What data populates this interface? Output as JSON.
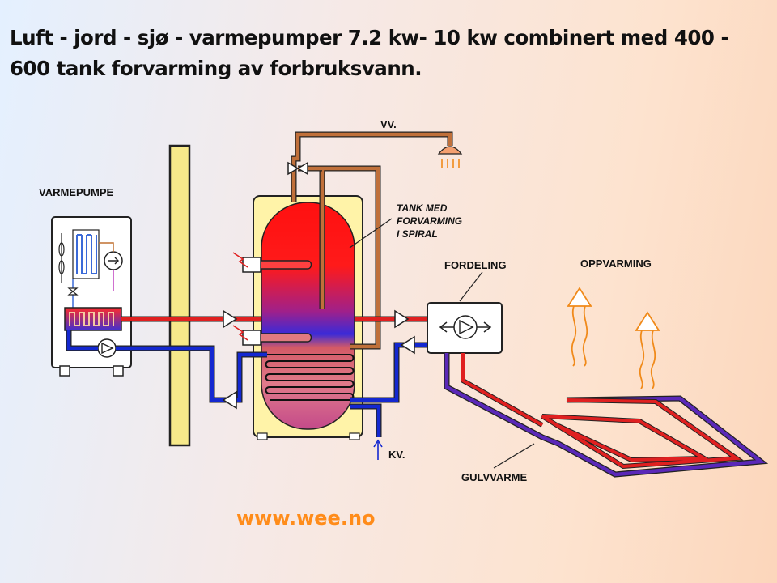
{
  "title": "Luft - jord - sjø - varmepumper 7.2 kw- 10 kw combinert med 400 - 600 tank forvarming av forbruksvann.",
  "labels": {
    "heat_pump": "VARMEPUMPE",
    "hot_water": "VV.",
    "tank_line1": "TANK MED",
    "tank_line2": "FORVARMING",
    "tank_line3": "I SPIRAL",
    "distribution": "FORDELING",
    "heating": "OPPVARMING",
    "cold_water": "KV.",
    "floor_heating": "GULVVARME"
  },
  "website": "www.wee.no",
  "colors": {
    "hot_pipe": "#e02020",
    "cold_pipe": "#1428d0",
    "warm_pipe": "#c0703a",
    "tank_jacket": "#fff3a8",
    "wall": "#f7e98a",
    "heat_arrows": "#f08a1a",
    "website": "#ff8c1a"
  }
}
